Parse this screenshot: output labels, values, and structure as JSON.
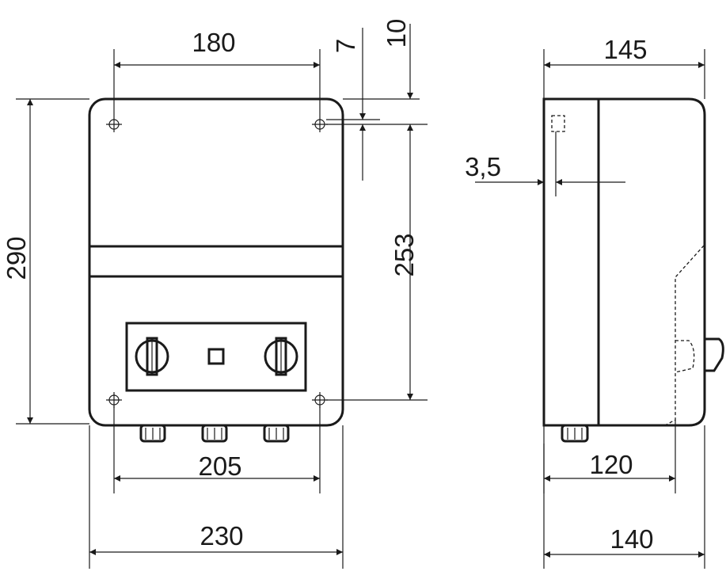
{
  "colors": {
    "body": "#eeeeee",
    "panel": "#e9e9e9",
    "line": "#1a1a1a"
  },
  "front_view": {
    "dims": {
      "hole_spacing_top": "180",
      "top_offset_7": "7",
      "top_offset_10": "10",
      "overall_height": "290",
      "hole_spacing_vertical": "253",
      "gland_spacing": "205",
      "overall_width": "230"
    },
    "knobs": [
      "knob-left",
      "knob-right"
    ],
    "glands": 3
  },
  "side_view": {
    "dims": {
      "overall_depth": "145",
      "wall_offset": "3,5",
      "base_depth": "120",
      "body_depth": "140"
    }
  }
}
